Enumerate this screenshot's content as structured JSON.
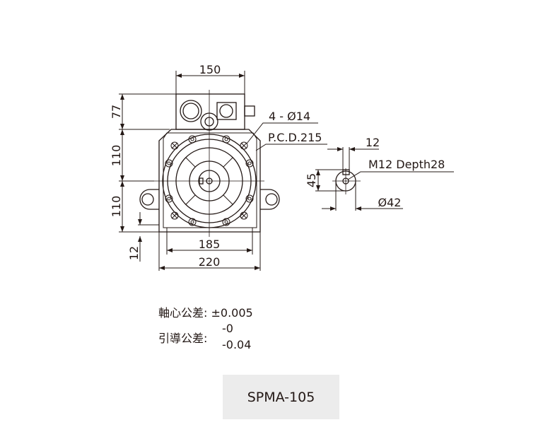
{
  "drawing": {
    "dimensions": {
      "top_width": "150",
      "box_height": "77",
      "upper_half": "110",
      "lower_half": "110",
      "foot_height": "12",
      "foot_span": "185",
      "overall_width": "220",
      "bolt_holes": "4 - Ø14",
      "pcd": "P.C.D.215",
      "key_width": "12",
      "thread": "M12 Depth28",
      "shaft_height": "45",
      "shaft_dia": "Ø42"
    }
  },
  "notes": {
    "axial_label": "軸心公差:",
    "axial_value": "±0.005",
    "pilot_label": "引導公差:",
    "pilot_upper": "-0",
    "pilot_lower": "-0.04"
  },
  "model": "SPMA-105"
}
